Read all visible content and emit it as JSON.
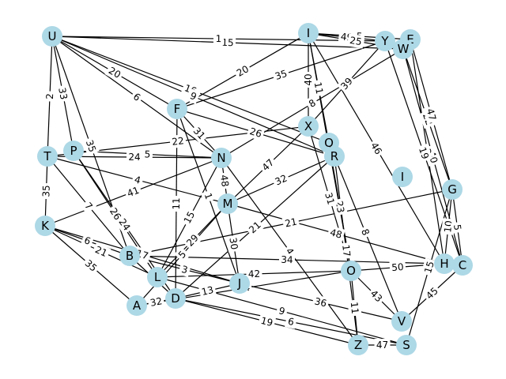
{
  "graph": {
    "node_color": "#add8e6",
    "edge_color": "#000000",
    "nodes": [
      "U",
      "I",
      "Y",
      "E",
      "W",
      "F",
      "X",
      "Q",
      "R",
      "T",
      "P",
      "N",
      "I",
      "G",
      "M",
      "K",
      "B",
      "H",
      "C",
      "L",
      "O",
      "J",
      "A",
      "D",
      "V",
      "Z",
      "S"
    ],
    "edges": [
      {
        "from": "U",
        "to": "W",
        "label": "15"
      },
      {
        "from": "U",
        "to": "Y",
        "label": "1"
      },
      {
        "from": "U",
        "to": "T",
        "label": "2"
      },
      {
        "from": "U",
        "to": "P",
        "label": "33"
      },
      {
        "from": "U",
        "to": "Q",
        "label": "16"
      },
      {
        "from": "U",
        "to": "R",
        "label": "9"
      },
      {
        "from": "U",
        "to": "N",
        "label": "6"
      },
      {
        "from": "U",
        "to": "B",
        "label": "35"
      },
      {
        "from": "I",
        "to": "Y",
        "label": "49"
      },
      {
        "from": "I",
        "to": "E",
        "label": "5"
      },
      {
        "from": "I",
        "to": "F",
        "label": "20"
      },
      {
        "from": "I",
        "to": "Q",
        "label": "11"
      },
      {
        "from": "I",
        "to": "H",
        "label": "46"
      },
      {
        "from": "Y",
        "to": "F",
        "label": "35"
      },
      {
        "from": "Y",
        "to": "X",
        "label": "39"
      },
      {
        "from": "W",
        "to": "I",
        "label": "25"
      },
      {
        "from": "W",
        "to": "G",
        "label": "22"
      },
      {
        "from": "W",
        "to": "C",
        "label": "40"
      },
      {
        "from": "E",
        "to": "G",
        "label": "47"
      },
      {
        "from": "T",
        "to": "K",
        "label": "35"
      },
      {
        "from": "T",
        "to": "X",
        "label": "22"
      },
      {
        "from": "T",
        "to": "N",
        "label": "24"
      },
      {
        "from": "T",
        "to": "B",
        "label": "7"
      },
      {
        "from": "P",
        "to": "N",
        "label": "5"
      },
      {
        "from": "P",
        "to": "D",
        "label": "24"
      },
      {
        "from": "F",
        "to": "N",
        "label": "31"
      },
      {
        "from": "F",
        "to": "R",
        "label": "26"
      },
      {
        "from": "F",
        "to": "J",
        "label": "1"
      },
      {
        "from": "X",
        "to": "I",
        "label": "40"
      },
      {
        "from": "X",
        "to": "M",
        "label": "47"
      },
      {
        "from": "Q",
        "to": "O",
        "label": "23"
      },
      {
        "from": "R",
        "to": "Z",
        "label": "17"
      },
      {
        "from": "N",
        "to": "M",
        "label": "48"
      },
      {
        "from": "N",
        "to": "L",
        "label": "15"
      },
      {
        "from": "K",
        "to": "B",
        "label": "6"
      },
      {
        "from": "K",
        "to": "A",
        "label": "35"
      },
      {
        "from": "K",
        "to": "L",
        "label": "21"
      },
      {
        "from": "K",
        "to": "N",
        "label": "41"
      },
      {
        "from": "B",
        "to": "D",
        "label": "2"
      },
      {
        "from": "B",
        "to": "J",
        "label": "3"
      },
      {
        "from": "B",
        "to": "G",
        "label": "21"
      },
      {
        "from": "L",
        "to": "M",
        "label": "29"
      },
      {
        "from": "L",
        "to": "O",
        "label": "42"
      },
      {
        "from": "A",
        "to": "D",
        "label": "32"
      },
      {
        "from": "A",
        "to": "M",
        "label": "5"
      },
      {
        "from": "D",
        "to": "Z",
        "label": "19"
      },
      {
        "from": "D",
        "to": "S",
        "label": "6"
      },
      {
        "from": "D",
        "to": "J",
        "label": "13"
      },
      {
        "from": "J",
        "to": "V",
        "label": "36"
      },
      {
        "from": "J",
        "to": "M",
        "label": "30"
      },
      {
        "from": "O",
        "to": "H",
        "label": "50"
      },
      {
        "from": "O",
        "to": "Z",
        "label": "11"
      },
      {
        "from": "O",
        "to": "V",
        "label": "43"
      },
      {
        "from": "Z",
        "to": "S",
        "label": "47"
      },
      {
        "from": "V",
        "to": "C",
        "label": "45"
      },
      {
        "from": "H",
        "to": "G",
        "label": "10"
      },
      {
        "from": "C",
        "to": "G",
        "label": "5"
      },
      {
        "from": "M",
        "to": "R",
        "label": "32"
      },
      {
        "from": "M",
        "to": "H",
        "label": "48"
      },
      {
        "from": "I",
        "to": "O",
        "label": "24"
      },
      {
        "from": "X",
        "to": "O",
        "label": "31"
      },
      {
        "from": "Q",
        "to": "V",
        "label": "8"
      },
      {
        "from": "N",
        "to": "Z",
        "label": "4"
      },
      {
        "from": "P",
        "to": "L",
        "label": "26"
      },
      {
        "from": "F",
        "to": "D",
        "label": "11"
      },
      {
        "from": "K",
        "to": "J",
        "label": "17"
      },
      {
        "from": "L",
        "to": "S",
        "label": "9"
      },
      {
        "from": "A",
        "to": "O",
        "label": "14"
      },
      {
        "from": "E",
        "to": "H",
        "label": "2"
      },
      {
        "from": "Y",
        "to": "C",
        "label": "19"
      },
      {
        "from": "W",
        "to": "N",
        "label": "8"
      },
      {
        "from": "R",
        "to": "D",
        "label": "21"
      },
      {
        "from": "T",
        "to": "M",
        "label": "4"
      },
      {
        "from": "U",
        "to": "F",
        "label": "20"
      },
      {
        "from": "G",
        "to": "S",
        "label": "15"
      },
      {
        "from": "B",
        "to": "H",
        "label": "34"
      }
    ]
  }
}
